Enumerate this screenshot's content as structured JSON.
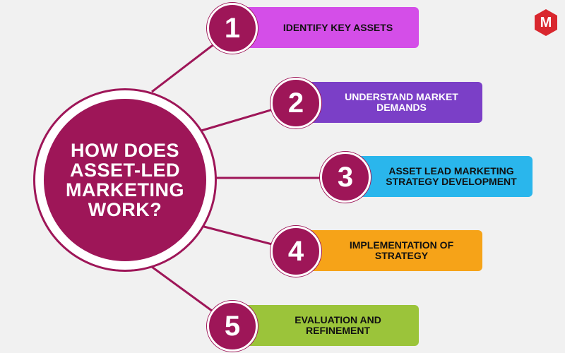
{
  "center": {
    "title": "HOW DOES ASSET-LED MARKETING WORK?"
  },
  "logo": {
    "letter": "M",
    "color": "#d9272e"
  },
  "colors": {
    "accent": "#9e1658",
    "background": "#f1f1f1"
  },
  "steps": [
    {
      "number": "1",
      "label": "IDENTIFY KEY ASSETS",
      "color": "#d44ee8",
      "text_color": "#111111"
    },
    {
      "number": "2",
      "label": "UNDERSTAND MARKET DEMANDS",
      "color": "#7b3fc7",
      "text_color": "#ffffff"
    },
    {
      "number": "3",
      "label": "ASSET LEAD MARKETING STRATEGY DEVELOPMENT",
      "color": "#2ab6ec",
      "text_color": "#111111"
    },
    {
      "number": "4",
      "label": "IMPLEMENTATION OF STRATEGY",
      "color": "#f6a318",
      "text_color": "#111111"
    },
    {
      "number": "5",
      "label": "EVALUATION AND REFINEMENT",
      "color": "#9bc43a",
      "text_color": "#111111"
    }
  ]
}
